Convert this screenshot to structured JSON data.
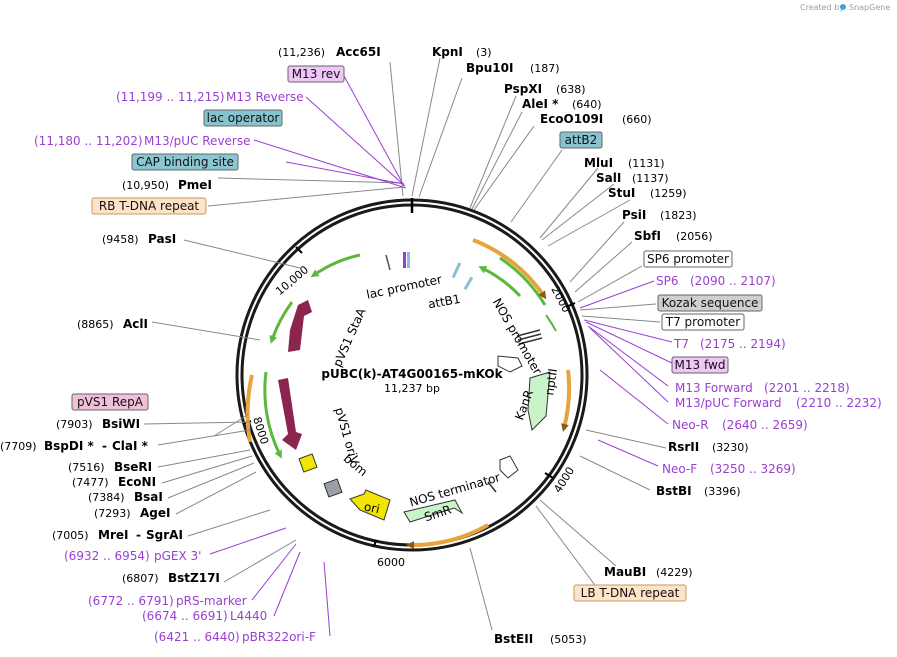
{
  "credit": {
    "prefix": "Created by",
    "brand": "SnapGene"
  },
  "plasmid": {
    "name": "pUBC(k)-AT4G00165-mKOk",
    "length": "11,237 bp"
  },
  "ticks": [
    "2000",
    "4000",
    "6000",
    "8000",
    "10,000"
  ],
  "features": {
    "lac_promoter": "lac promoter",
    "attB1": "attB1",
    "nos_promoter": "NOS promoter",
    "kanr": "KanR",
    "nptII": "nptII",
    "nos_terminator": "NOS terminator",
    "smr": "SmR",
    "ori": "ori",
    "bom": "bom",
    "pvs1_oriv": "pVS1 oriV",
    "pvs1_staa": "pVS1 StaA"
  },
  "labels": {
    "acc65i": {
      "name": "Acc65I",
      "pos": "(11,236)"
    },
    "kpni": {
      "name": "KpnI",
      "pos": "(3)"
    },
    "bpu10i": {
      "name": "Bpu10I",
      "pos": "(187)"
    },
    "m13rev_box": "M13 rev",
    "m13reverse": {
      "name": "M13 Reverse",
      "pos": "(11,199 .. 11,215)"
    },
    "lacop": "lac operator",
    "m13puc_rev": {
      "name": "M13/pUC Reverse",
      "pos": "(11,180 .. 11,202)"
    },
    "cap": "CAP binding site",
    "pmei": {
      "name": "PmeI",
      "pos": "(10,950)"
    },
    "rb": "RB T-DNA repeat",
    "pspxi": {
      "name": "PspXI",
      "pos": "(638)"
    },
    "alei": {
      "name": "AleI *",
      "pos": "(640)"
    },
    "eco109": {
      "name": "EcoO109I",
      "pos": "(660)"
    },
    "attb2": "attB2",
    "mlui": {
      "name": "MluI",
      "pos": "(1131)"
    },
    "sali": {
      "name": "SalI",
      "pos": "(1137)"
    },
    "stui": {
      "name": "StuI",
      "pos": "(1259)"
    },
    "psii": {
      "name": "PsiI",
      "pos": "(1823)"
    },
    "sbfi": {
      "name": "SbfI",
      "pos": "(2056)"
    },
    "sp6prom": "SP6 promoter",
    "sp6": {
      "name": "SP6",
      "pos": "(2090 .. 2107)"
    },
    "kozak": "Kozak sequence",
    "t7prom": "T7 promoter",
    "t7": {
      "name": "T7",
      "pos": "(2175 .. 2194)"
    },
    "m13fwd_box": "M13 fwd",
    "m13forward": {
      "name": "M13 Forward",
      "pos": "(2201 .. 2218)"
    },
    "m13puc_fwd": {
      "name": "M13/pUC Forward",
      "pos": "(2210 .. 2232)"
    },
    "neor": {
      "name": "Neo-R",
      "pos": "(2640 .. 2659)"
    },
    "rsrii": {
      "name": "RsrII",
      "pos": "(3230)"
    },
    "neof": {
      "name": "Neo-F",
      "pos": "(3250 .. 3269)"
    },
    "bstbi": {
      "name": "BstBI",
      "pos": "(3396)"
    },
    "maubi": {
      "name": "MauBI",
      "pos": "(4229)"
    },
    "lb": "LB T-DNA repeat",
    "bsteii": {
      "name": "BstEII",
      "pos": "(5053)"
    },
    "pasi": {
      "name": "PasI",
      "pos": "(9458)"
    },
    "acli": {
      "name": "AclI",
      "pos": "(8865)"
    },
    "pvs1repa": "pVS1 RepA",
    "bsiwi": {
      "name": "BsiWI",
      "pos": "(7903)"
    },
    "bspdi": {
      "name": "BspDI *",
      "sep": "-",
      "name2": "ClaI *",
      "pos": "(7709)"
    },
    "bseri": {
      "name": "BseRI",
      "pos": "(7516)"
    },
    "econi": {
      "name": "EcoNI",
      "pos": "(7477)"
    },
    "bsai": {
      "name": "BsaI",
      "pos": "(7384)"
    },
    "agei": {
      "name": "AgeI",
      "pos": "(7293)"
    },
    "mrei": {
      "name": "MreI",
      "sep": "-",
      "name2": "SgrAI",
      "pos": "(7005)"
    },
    "pgex3": {
      "name": "pGEX 3'",
      "pos": "(6932 .. 6954)"
    },
    "bstz17i": {
      "name": "BstZ17I",
      "pos": "(6807)"
    },
    "prsmarker": {
      "name": "pRS-marker",
      "pos": "(6772 .. 6791)"
    },
    "l4440": {
      "name": "L4440",
      "pos": "(6674 .. 6691)"
    },
    "pbr322": {
      "name": "pBR322ori-F",
      "pos": "(6421 .. 6440)"
    }
  },
  "colors": {
    "backbone": "#1a1a1a",
    "green_arrow": "#5cb83a",
    "orange_arrow": "#e8a33a",
    "primer": "#9a3fd1",
    "staa": "#8b2550",
    "ori_yellow": "#f2e600",
    "kan_green": "#c9f3c9",
    "lacop_blue": "#86c3cf",
    "cap_blue": "#8bc7d2",
    "rb_orange": "#fde3c8",
    "m13_purple": "#f0c6f8",
    "repa_pink": "#f0c0d8",
    "kozak_gray": "#cfcfcf"
  }
}
